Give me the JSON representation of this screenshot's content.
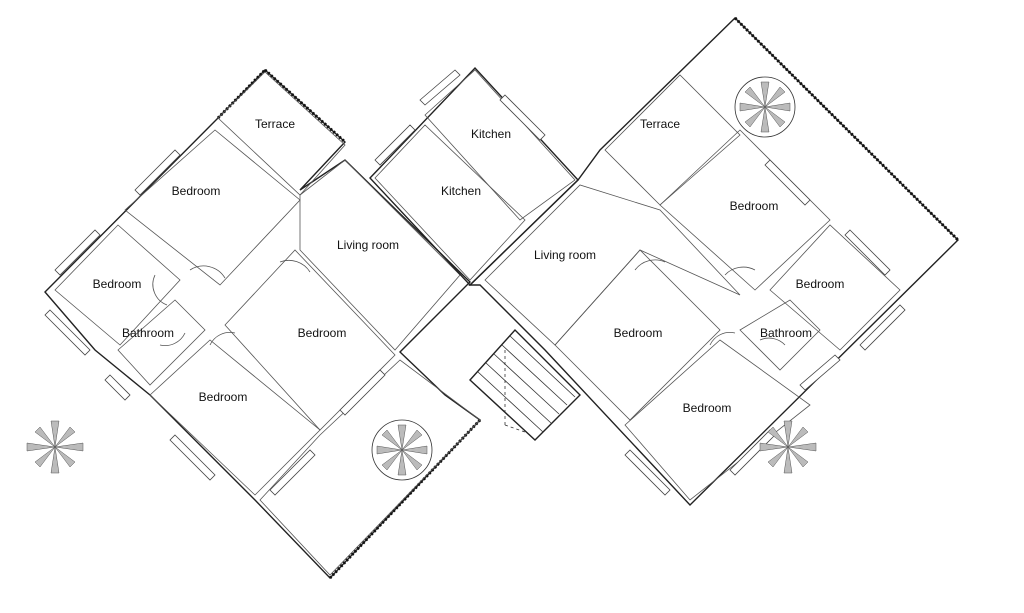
{
  "title": "Floor plan",
  "rooms": {
    "terrace_left": "Terrace",
    "bedroom_left_top": "Bedroom",
    "bedroom_left_far": "Bedroom",
    "bathroom_left": "Bathroom",
    "bedroom_left_bottom": "Bedroom",
    "bedroom_left_center": "Bedroom",
    "living_left": "Living room",
    "kitchen_top": "Kitchen",
    "kitchen_bottom": "Kitchen",
    "living_right": "Living room",
    "terrace_right": "Terrace",
    "bedroom_right_top": "Bedroom",
    "bedroom_right_far": "Bedroom",
    "bathroom_right": "Bathroom",
    "bedroom_right_center": "Bedroom",
    "bedroom_right_bottom": "Bedroom"
  }
}
